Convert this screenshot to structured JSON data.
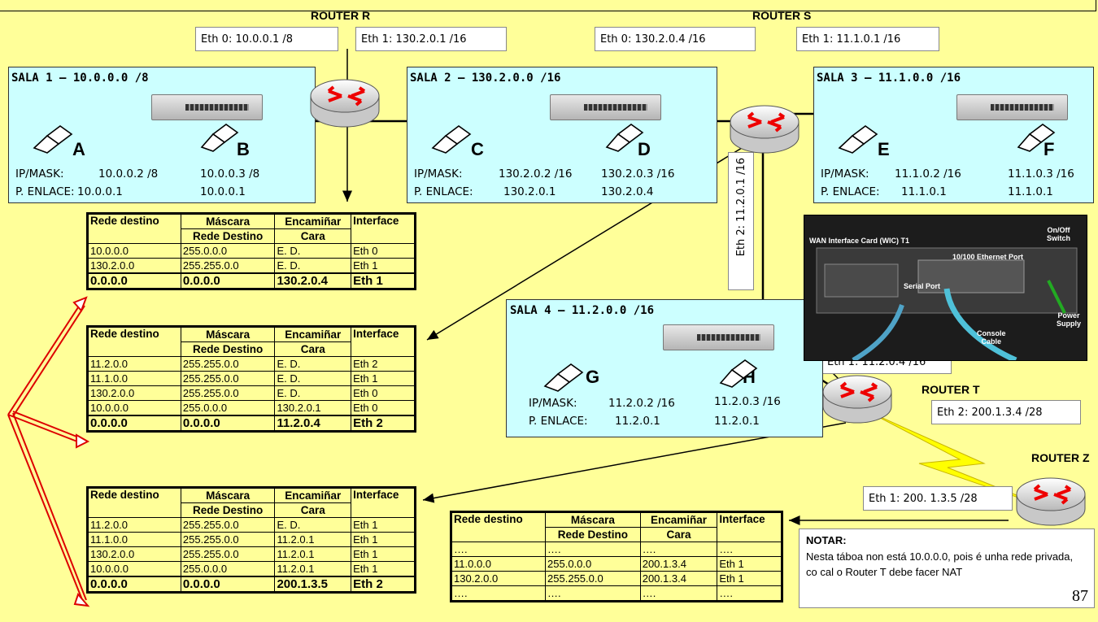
{
  "routers": {
    "r": {
      "name": "ROUTER R",
      "eth0": "Eth 0: 10.0.0.1 /8",
      "eth1": "Eth 1: 130.2.0.1 /16"
    },
    "s": {
      "name": "ROUTER S",
      "eth0": "Eth 0: 130.2.0.4 /16",
      "eth1": "Eth 1: 11.1.0.1 /16",
      "eth2": "Eth 2: 11.2.0.1 /16"
    },
    "t": {
      "name": "ROUTER T",
      "eth1": "Eth 1: 11.2.0.4 /16",
      "eth2": "Eth 2: 200.1.3.4 /28"
    },
    "z": {
      "name": "ROUTER Z",
      "eth1": "Eth 1: 200. 1.3.5 /28"
    }
  },
  "rooms": [
    {
      "title": "SALA 1 – 10.0.0.0 /8",
      "hosts": [
        {
          "label": "A",
          "ip_label": "IP/MASK:",
          "ip": "10.0.0.2 /8",
          "gw_label": "P. ENLACE:",
          "gw": "10.0.0.1"
        },
        {
          "label": "B",
          "ip": "10.0.0.3 /8",
          "gw": "10.0.0.1"
        }
      ]
    },
    {
      "title": "SALA 2 – 130.2.0.0 /16",
      "hosts": [
        {
          "label": "C",
          "ip_label": "IP/MASK:",
          "ip": "130.2.0.2 /16",
          "gw_label": "P. ENLACE:",
          "gw": "130.2.0.1"
        },
        {
          "label": "D",
          "ip": "130.2.0.3 /16",
          "gw": "130.2.0.4"
        }
      ]
    },
    {
      "title": "SALA 3 – 11.1.0.0 /16",
      "hosts": [
        {
          "label": "E",
          "ip_label": "IP/MASK:",
          "ip": "11.1.0.2 /16",
          "gw_label": "P. ENLACE:",
          "gw": "11.1.0.1"
        },
        {
          "label": "F",
          "ip": "11.1.0.3 /16",
          "gw": "11.1.0.1"
        }
      ]
    },
    {
      "title": "SALA 4 – 11.2.0.0 /16",
      "hosts": [
        {
          "label": "G",
          "ip_label": "IP/MASK:",
          "ip": "11.2.0.2 /16",
          "gw_label": "P. ENLACE:",
          "gw": "11.2.0.1"
        },
        {
          "label": "H",
          "ip": "11.2.0.3 /16",
          "gw": "11.2.0.1"
        }
      ]
    }
  ],
  "table_header": {
    "c1": "Rede destino",
    "c2a": "Máscara",
    "c2b": "Rede Destino",
    "c3a": "Encamiñar",
    "c3b": "Cara",
    "c4": "Interface"
  },
  "tables": {
    "r": [
      [
        "10.0.0.0",
        "255.0.0.0",
        "E. D.",
        "Eth 0"
      ],
      [
        "130.2.0.0",
        "255.255.0.0",
        "E. D.",
        "Eth 1"
      ]
    ],
    "r_default": [
      "0.0.0.0",
      "0.0.0.0",
      "130.2.0.4",
      "Eth 1"
    ],
    "s": [
      [
        "11.2.0.0",
        "255.255.0.0",
        "E. D.",
        "Eth 2"
      ],
      [
        "11.1.0.0",
        "255.255.0.0",
        "E. D.",
        "Eth 1"
      ],
      [
        "130.2.0.0",
        "255.255.0.0",
        "E. D.",
        "Eth 0"
      ],
      [
        "10.0.0.0",
        "255.0.0.0",
        "130.2.0.1",
        "Eth 0"
      ]
    ],
    "s_default": [
      "0.0.0.0",
      "0.0.0.0",
      "11.2.0.4",
      "Eth 2"
    ],
    "t": [
      [
        "11.2.0.0",
        "255.255.0.0",
        "E. D.",
        "Eth 1"
      ],
      [
        "11.1.0.0",
        "255.255.0.0",
        "11.2.0.1",
        "Eth 1"
      ],
      [
        "130.2.0.0",
        "255.255.0.0",
        "11.2.0.1",
        "Eth 1"
      ],
      [
        "10.0.0.0",
        "255.0.0.0",
        "11.2.0.1",
        "Eth 1"
      ]
    ],
    "t_default": [
      "0.0.0.0",
      "0.0.0.0",
      "200.1.3.5",
      "Eth 2"
    ],
    "z": [
      [
        "….",
        "….",
        "….",
        "…."
      ],
      [
        "11.0.0.0",
        "255.0.0.0",
        "200.1.3.4",
        "Eth 1"
      ],
      [
        "130.2.0.0",
        "255.255.0.0",
        "200.1.3.4",
        "Eth 1"
      ],
      [
        "….",
        "….",
        "….",
        "…."
      ]
    ]
  },
  "photo": {
    "wic": "WAN Interface Card (WIC) T1",
    "eth": "10/100 Ethernet Port",
    "onoff_a": "On/Off",
    "onoff_b": "Switch",
    "serial": "Serial Port",
    "power_a": "Power",
    "power_b": "Supply",
    "console_a": "Console",
    "console_b": "Cable"
  },
  "note": {
    "title": "NOTAR:",
    "text": "Nesta táboa non está 10.0.0.0, pois é unha rede privada, co cal o Router T debe facer NAT"
  },
  "page_number": "87",
  "colors": {
    "background": "#ffff99",
    "room": "#ccffff",
    "red_arrow": "#dd0000",
    "lightning": "#ffff00"
  }
}
